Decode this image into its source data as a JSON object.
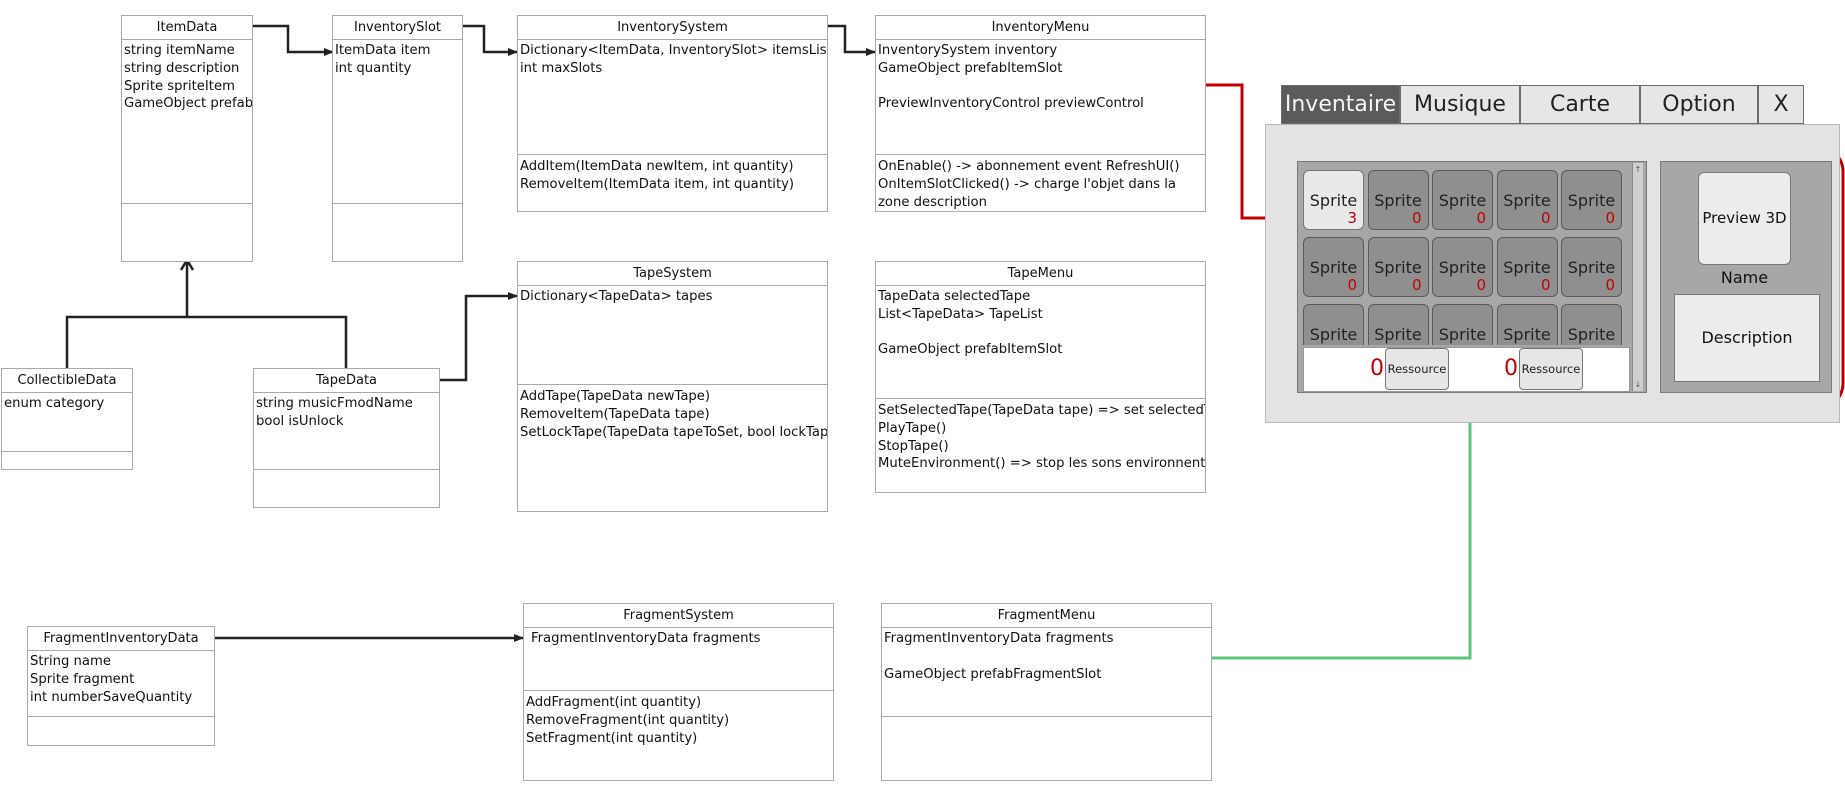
{
  "classes": {
    "item_data": {
      "title": "ItemData",
      "attrs": [
        "string itemName",
        "string description",
        "Sprite spriteItem",
        "GameObject prefab"
      ],
      "methods": []
    },
    "inventory_slot": {
      "title": "InventorySlot",
      "attrs": [
        "ItemData item",
        "int quantity"
      ],
      "methods": []
    },
    "inventory_system": {
      "title": "InventorySystem",
      "attrs": [
        "Dictionary<ItemData, InventorySlot> itemsList",
        "int maxSlots"
      ],
      "methods": [
        "AddItem(ItemData newItem, int quantity)",
        "RemoveItem(ItemData item, int quantity)"
      ]
    },
    "inventory_menu": {
      "title": "InventoryMenu",
      "attrs": [
        "InventorySystem inventory",
        "GameObject prefabItemSlot",
        "",
        "PreviewInventoryControl previewControl"
      ],
      "methods": [
        "OnEnable() -> abonnement event RefreshUI()",
        "OnItemSlotClicked() -> charge l'objet dans la zone description"
      ]
    },
    "collectible_data": {
      "title": "CollectibleData",
      "attrs": [
        "enum category"
      ],
      "methods": []
    },
    "tape_data": {
      "title": "TapeData",
      "attrs": [
        "string musicFmodName",
        "bool isUnlock"
      ],
      "methods": []
    },
    "tape_system": {
      "title": "TapeSystem",
      "attrs": [
        "Dictionary<TapeData> tapes"
      ],
      "methods": [
        "AddTape(TapeData newTape)",
        "RemoveItem(TapeData tape)",
        "SetLockTape(TapeData tapeToSet, bool lockTape)"
      ]
    },
    "tape_menu": {
      "title": "TapeMenu",
      "attrs": [
        "TapeData selectedTape",
        "List<TapeData> TapeList",
        "",
        "GameObject prefabItemSlot"
      ],
      "methods": [
        "SetSelectedTape(TapeData tape) => set selectedTape",
        "PlayTape()",
        "StopTape()",
        "MuteEnvironment() => stop les sons environnent"
      ]
    },
    "fragment_inventory_data": {
      "title": "FragmentInventoryData",
      "attrs": [
        "String name",
        "Sprite fragment",
        "int numberSaveQuantity"
      ],
      "methods": []
    },
    "fragment_system": {
      "title": "FragmentSystem",
      "attrs": [
        "FragmentInventoryData fragments"
      ],
      "methods": [
        "AddFragment(int quantity)",
        "RemoveFragment(int quantity)",
        "SetFragment(int quantity)"
      ]
    },
    "fragment_menu": {
      "title": "FragmentMenu",
      "attrs": [
        "FragmentInventoryData fragments",
        "",
        "GameObject prefabFragmentSlot"
      ],
      "methods": []
    }
  },
  "mockup": {
    "tabs": [
      "Inventaire",
      "Musique",
      "Carte",
      "Option",
      "X"
    ],
    "slot_label": "Sprite",
    "slot_quantities": [
      "3",
      "0",
      "0",
      "0",
      "0",
      "0",
      "0",
      "0",
      "0",
      "0"
    ],
    "resource_left_value": "0",
    "resource_right_value": "0",
    "resource_button_label": "Ressource",
    "preview_label": "Preview 3D",
    "name_label": "Name",
    "description_label": "Description"
  },
  "colors": {
    "inventory_link": "#c00000",
    "fragment_link": "#5cc67f",
    "arrow": "#222222"
  }
}
